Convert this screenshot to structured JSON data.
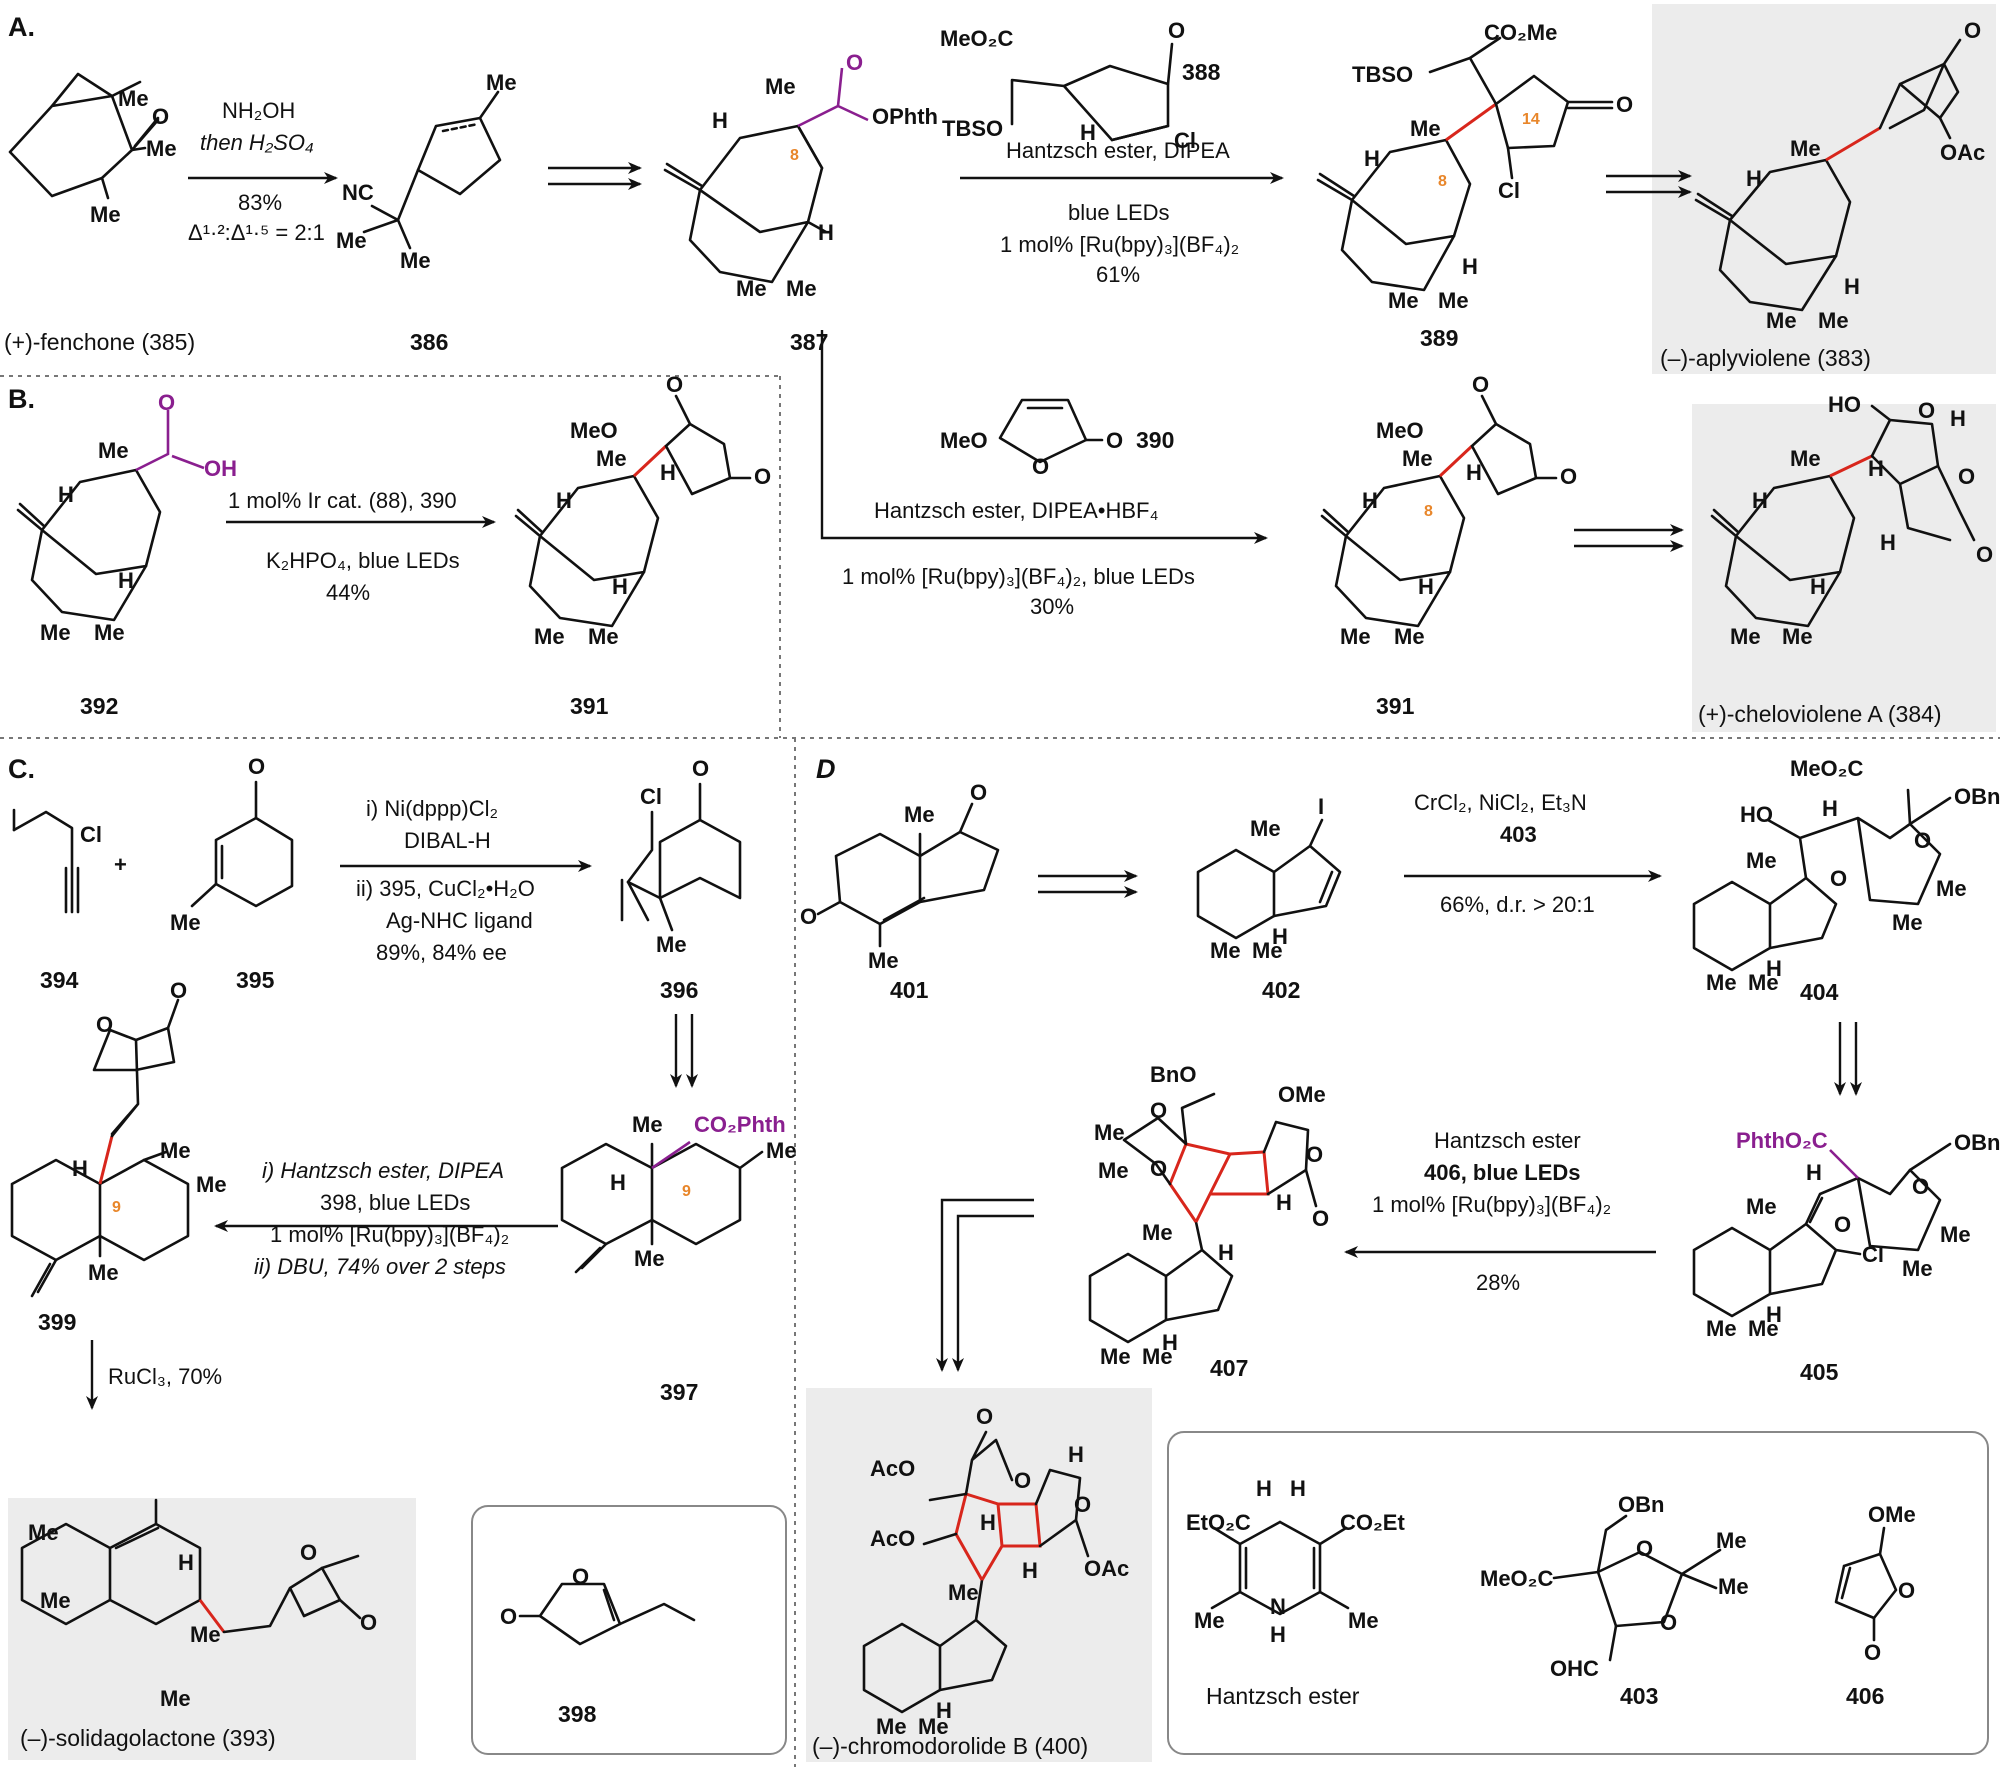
{
  "sections": {
    "A": "A.",
    "B": "B.",
    "C": "C.",
    "D": "D"
  },
  "compounds": {
    "c385": "(+)-fenchone (385)",
    "c386": "386",
    "c387": "387",
    "c389": "389",
    "c383": "(–)-aplyviolene (383)",
    "c392": "392",
    "c391a": "391",
    "c391b": "391",
    "c384": "(+)-cheloviolene A (384)",
    "c394": "394",
    "c395": "395",
    "c396": "396",
    "c397": "397",
    "c399": "399",
    "c393": "(–)-solidagolactone (393)",
    "c398": "398",
    "c401": "401",
    "c402": "402",
    "c404": "404",
    "c405": "405",
    "c407": "407",
    "c400": "(–)-chromodorolide B (400)",
    "hantzsch": "Hantzsch ester",
    "c403": "403",
    "c406": "406",
    "c388": "388",
    "c390": "390",
    "c403r": "403",
    "c406r": "406"
  },
  "conditions": {
    "a1_1": "NH₂OH",
    "a1_2": "then H₂SO₄",
    "a1_3": "83%",
    "a1_4": "Δ¹·²:Δ¹·⁵ = 2:1",
    "a3_1": "Hantzsch ester, DIPEA",
    "a3_2": "blue LEDs",
    "a3_3": "1 mol% [Ru(bpy)₃](BF₄)₂",
    "a3_4": "61%",
    "b1_1": "1 mol% Ir cat. (88), 390",
    "b1_2": "K₂HPO₄, blue LEDs",
    "b1_3": "44%",
    "b2_1": "Hantzsch ester, DIPEA•HBF₄",
    "b2_2": "1 mol% [Ru(bpy)₃](BF₄)₂, blue LEDs",
    "b2_3": "30%",
    "c1_1": "i) Ni(dppp)Cl₂",
    "c1_2": "DIBAL-H",
    "c1_3": "ii) 395, CuCl₂•H₂O",
    "c1_4": "Ag-NHC ligand",
    "c1_5": "89%, 84% ee",
    "c2_1": "i) Hantzsch ester, DIPEA",
    "c2_2": "398, blue LEDs",
    "c2_3": "1 mol% [Ru(bpy)₃](BF₄)₂",
    "c2_4": "ii) DBU, 74% over 2 steps",
    "c3_1": "RuCl₃, 70%",
    "d1_1": "CrCl₂, NiCl₂, Et₃N",
    "d1_2": "403",
    "d1_3": "66%, d.r. > 20:1",
    "d2_1": "Hantzsch ester",
    "d2_2": "406, blue LEDs",
    "d2_3": "1 mol% [Ru(bpy)₃](BF₄)₂",
    "d2_4": "28%"
  },
  "atoms": {
    "Me": "Me",
    "H": "H",
    "O": "O",
    "OH": "OH",
    "Cl": "Cl",
    "I": "I",
    "NC": "NC",
    "OPhth": "OPhth",
    "CO2Phth": "CO₂Phth",
    "PhthO2C": "PhthO₂C",
    "MeO2C": "MeO₂C",
    "CO2Me": "CO₂Me",
    "CO2Et": "CO₂Et",
    "EtO2C": "EtO₂C",
    "TBSO": "TBSO",
    "MeO": "MeO",
    "OMe": "OMe",
    "HO": "HO",
    "OAc": "OAc",
    "AcO": "AcO",
    "BnO": "BnO",
    "OBn": "OBn",
    "OHC": "OHC",
    "N": "N"
  },
  "positions": {
    "p8": "8",
    "p14": "14",
    "p9": "9"
  },
  "colors": {
    "new_bond": "#d8261c",
    "activating_group": "#8a1f8f",
    "position_label": "#e8862a",
    "highlight_bg": "#ececec"
  }
}
